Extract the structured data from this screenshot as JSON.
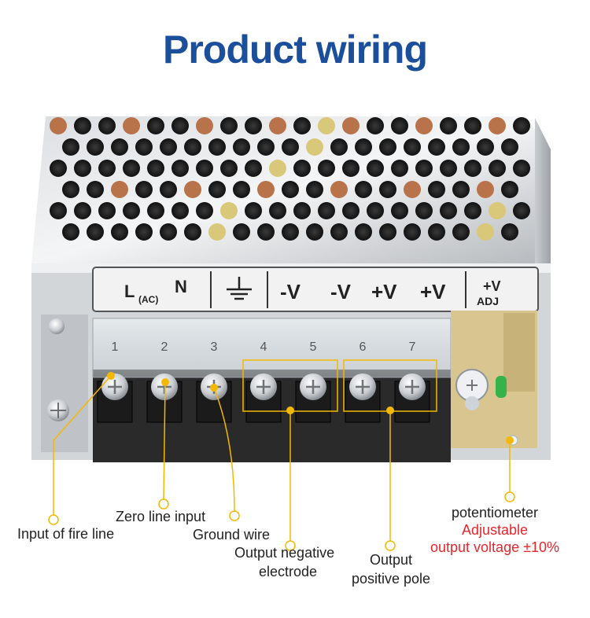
{
  "title": "Product wiring",
  "colors": {
    "title": "#1b4f9c",
    "accent": "#f5b800",
    "warning": "#e8262b"
  },
  "panel": {
    "l_ac_n": {
      "l": "L",
      "ac": "(AC)",
      "n": "N"
    },
    "ground_icon": "ground-icon",
    "outputs": [
      "-V",
      "-V",
      "+V",
      "+V"
    ],
    "adj": {
      "top": "+V",
      "bottom": "ADJ"
    }
  },
  "terminals": [
    "1",
    "2",
    "3",
    "4",
    "5",
    "6",
    "7"
  ],
  "labels": {
    "fire_line": "Input of fire line",
    "zero_line": "Zero line input",
    "ground_wire": "Ground wire",
    "neg_line1": "Output  negative",
    "neg_line2": "electrode",
    "pos_line1": "Output",
    "pos_line2": "positive pole",
    "pot_line1": "potentiometer",
    "pot_line2": "Adjustable",
    "pot_line3": "output voltage ±10%"
  }
}
